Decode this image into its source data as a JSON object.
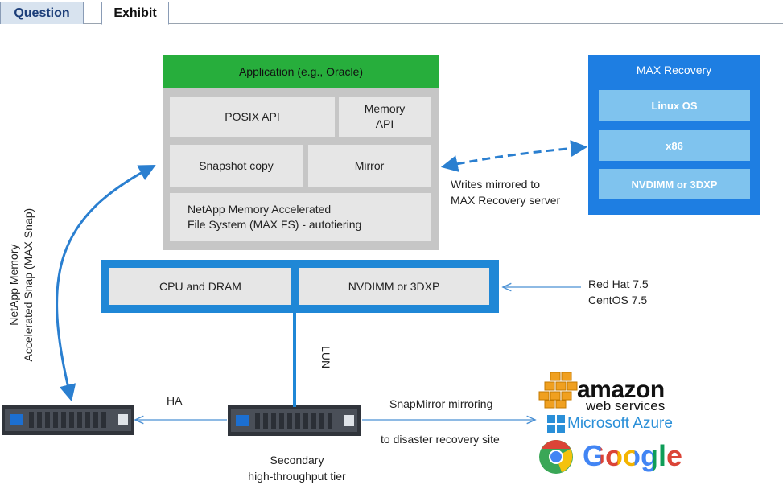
{
  "tabs": [
    {
      "label": "Question"
    },
    {
      "label": "Exhibit"
    }
  ],
  "app_stack": {
    "header": "Application (e.g., Oracle)",
    "posix": "POSIX API",
    "memory_api_line1": "Memory",
    "memory_api_line2": "API",
    "snapshot": "Snapshot copy",
    "mirror": "Mirror",
    "maxfs_line1": "NetApp Memory Accelerated",
    "maxfs_line2": "File System (MAX FS) - autotiering"
  },
  "max_recovery": {
    "title": "MAX Recovery",
    "items": [
      "Linux OS",
      "x86",
      "NVDIMM or 3DXP"
    ]
  },
  "writes_label_line1": "Writes mirrored to",
  "writes_label_line2": "MAX Recovery server",
  "hardware": {
    "cpu": "CPU and DRAM",
    "nvdimm": "NVDIMM or 3DXP"
  },
  "os_line1": "Red Hat 7.5",
  "os_line2": "CentOS 7.5",
  "snap_line1": "NetApp Memory",
  "snap_line2": "Accelerated Snap (MAX Snap)",
  "lun_label": "LUN",
  "ha_label": "HA",
  "snapmirror_line1": "SnapMirror mirroring",
  "snapmirror_line2": "to disaster recovery site",
  "secondary_line1": "Secondary",
  "secondary_line2": "high-throughput tier",
  "clouds": {
    "aws_line1": "amazon",
    "aws_line2": "web services",
    "azure": "Microsoft Azure",
    "google": "Google"
  },
  "colors": {
    "app_green": "#27ae3c",
    "max_blue": "#1e7ee2",
    "max_light": "#7fc3ee",
    "cpu_blue": "#1f87d6",
    "arrow_blue": "#2a7fd0"
  }
}
